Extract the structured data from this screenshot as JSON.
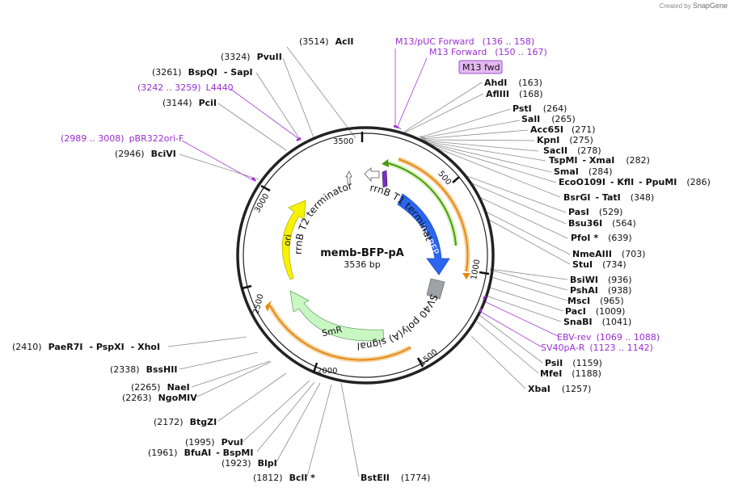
{
  "watermark": {
    "prefix": "Created by",
    "brand": "SnapGene"
  },
  "plasmid": {
    "name": "memb-BFP-pA",
    "length_label": "3536 bp",
    "length": 3536
  },
  "ticks": [
    "500",
    "1000",
    "1500",
    "2000",
    "2500",
    "3000",
    "3500"
  ],
  "features": {
    "tagbfp": "TagBFP",
    "sv40": "SV40 poly(A) signal",
    "smr": "SmR",
    "ori": "ori",
    "rrnb_t2": "rrnB T2 terminator",
    "rrnb_t1": "rrnB T1 terminator"
  },
  "primers": {
    "m13puc": {
      "name": "M13/pUC Forward",
      "range": "(136 .. 158)"
    },
    "m13fwd_full": {
      "name": "M13 Forward",
      "range": "(150 .. 167)"
    },
    "m13fwd_box": "M13 fwd",
    "l4440": {
      "name": "L4440",
      "range": "(3242 .. 3259)"
    },
    "pbr322": {
      "name": "pBR322ori-F",
      "range": "(2989 .. 3008)"
    },
    "ebvrev": {
      "name": "EBV-rev",
      "range": "(1069 .. 1088)"
    },
    "sv40pa": {
      "name": "SV40pA-R",
      "range": "(1123 .. 1142)"
    }
  },
  "sites": {
    "ahdi": {
      "name": "AhdI",
      "pos": "(163)"
    },
    "aflIII": {
      "name": "AflIII",
      "pos": "(168)"
    },
    "psti": {
      "name": "PstI",
      "pos": "(264)"
    },
    "sali": {
      "name": "SalI",
      "pos": "(265)"
    },
    "acc65i": {
      "name": "Acc65I",
      "pos": "(271)"
    },
    "kpni": {
      "name": "KpnI",
      "pos": "(275)"
    },
    "sacii": {
      "name": "SacII",
      "pos": "(278)"
    },
    "tspmi": {
      "name": "TspMI",
      "sep": "- XmaI",
      "pos": "(282)"
    },
    "smai": {
      "name": "SmaI",
      "pos": "(284)"
    },
    "ecoo109i": {
      "name": "EcoO109I",
      "sep": "- KflI",
      "sep2": "- PpuMI",
      "pos": "(286)"
    },
    "bsrgi": {
      "name": "BsrGI",
      "sep": "- TatI",
      "pos": "(348)"
    },
    "pasi": {
      "name": "PasI",
      "pos": "(529)"
    },
    "bsu36i": {
      "name": "Bsu36I",
      "pos": "(564)"
    },
    "pfoi": {
      "name": "PfoI *",
      "pos": "(639)"
    },
    "nmeaiii": {
      "name": "NmeAIII",
      "pos": "(703)"
    },
    "stui": {
      "name": "StuI",
      "pos": "(734)"
    },
    "bsiwi": {
      "name": "BsiWI",
      "pos": "(936)"
    },
    "pshai": {
      "name": "PshAI",
      "pos": "(938)"
    },
    "msci": {
      "name": "MscI",
      "pos": "(965)"
    },
    "paci": {
      "name": "PacI",
      "pos": "(1009)"
    },
    "snabi": {
      "name": "SnaBI",
      "pos": "(1041)"
    },
    "psii": {
      "name": "PsiI",
      "pos": "(1159)"
    },
    "mfei": {
      "name": "MfeI",
      "pos": "(1188)"
    },
    "xbai": {
      "name": "XbaI",
      "pos": "(1257)"
    },
    "bsteii": {
      "name": "BstEII",
      "pos": "(1774)"
    },
    "bcli": {
      "name": "BclI *",
      "pos": "(1812)"
    },
    "blpi": {
      "name": "BlpI",
      "pos": "(1923)"
    },
    "bfuai": {
      "name": "BfuAI",
      "sep": "- BspMI",
      "pos": "(1961)"
    },
    "pvui": {
      "name": "PvuI",
      "pos": "(1995)"
    },
    "btgzi": {
      "name": "BtgZI",
      "pos": "(2172)"
    },
    "ngomiv": {
      "name": "NgoMIV",
      "pos": "(2263)"
    },
    "naei": {
      "name": "NaeI",
      "pos": "(2265)"
    },
    "bsshii": {
      "name": "BssHII",
      "pos": "(2338)"
    },
    "paer7i": {
      "name": "PaeR7I",
      "sep": "- PspXI",
      "sep2": "- XhoI",
      "pos": "(2410)"
    },
    "bcivi": {
      "name": "BciVI",
      "pos": "(2946)"
    },
    "pcii": {
      "name": "PciI",
      "pos": "(3144)"
    },
    "bspqi": {
      "name": "BspQI",
      "sep": "- SapI",
      "pos": "(3261)"
    },
    "pvuii": {
      "name": "PvuII",
      "pos": "(3324)"
    },
    "acli": {
      "name": "AclI",
      "pos": "(3514)"
    }
  },
  "colors": {
    "tagbfp": "#2a66f0",
    "sv40": "#9ea3a8",
    "smr": "#c9f7c4",
    "ori": "#f7f200",
    "primer": "#9a2fd0",
    "orf": "#f2a02d",
    "m13box": "#e6b8f3"
  }
}
